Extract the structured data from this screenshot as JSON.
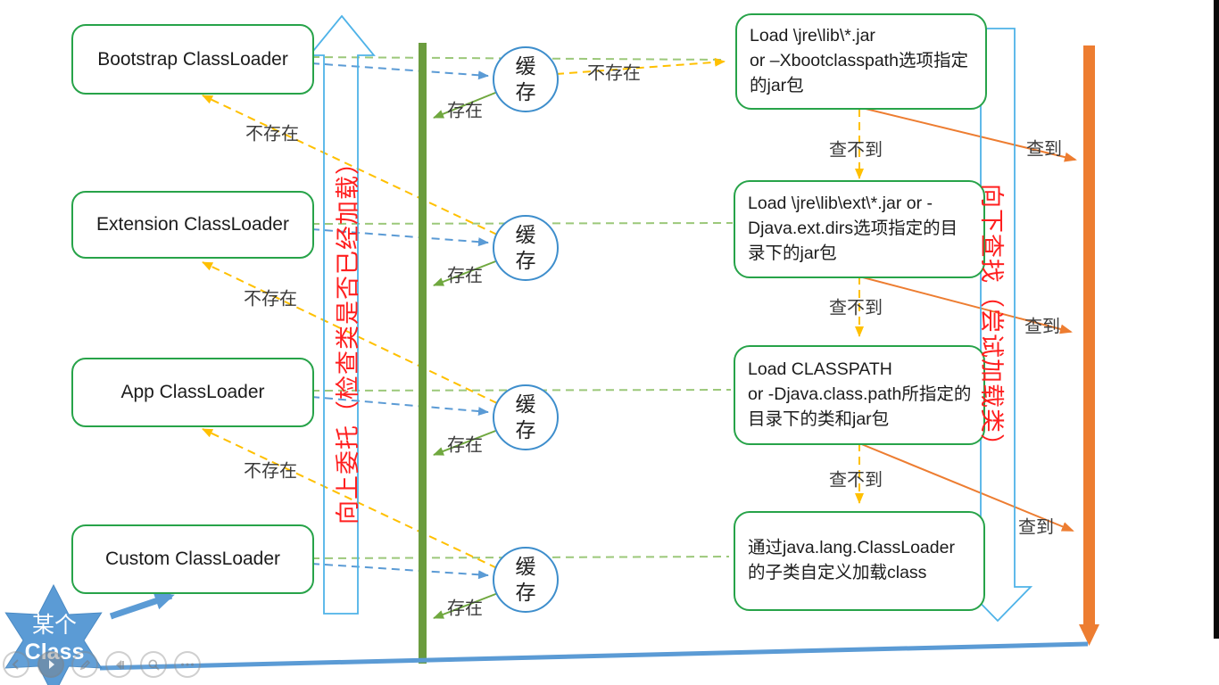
{
  "slide": {
    "left_boxes": [
      {
        "label": "Bootstrap ClassLoader"
      },
      {
        "label": "Extension ClassLoader"
      },
      {
        "label": "App ClassLoader"
      },
      {
        "label": "Custom ClassLoader"
      }
    ],
    "right_boxes": [
      {
        "text": "Load \\jre\\lib\\*.jar\nor –Xbootclasspath选项指定的jar包"
      },
      {
        "text": "Load \\jre\\lib\\ext\\*.jar or -Djava.ext.dirs选项指定的目录下的jar包"
      },
      {
        "text": "Load CLASSPATH\nor  -Djava.class.path所指定的目录下的类和jar包"
      },
      {
        "text": "通过java.lang.ClassLoader\n的子类自定义加载class"
      }
    ],
    "cache_label": "缓存",
    "labels": {
      "not_exist": "不存在",
      "exist": "存在",
      "not_found": "查不到",
      "found": "查到"
    },
    "vertical_left": "向上委托（检查类是否已经加载）",
    "vertical_right": "向下查找（尝试加载类）",
    "star": {
      "line1": "某个",
      "line2": "Class"
    },
    "colors": {
      "box_border": "#27A349",
      "circle_border": "#3E8ECC",
      "dashed_green": "#9CC87A",
      "dashed_blue": "#5B9BD5",
      "dashed_yellow": "#FFC000",
      "solid_green": "#70A83F",
      "green_bar": "#6B9C3E",
      "orange": "#ED7D31",
      "red_text": "#FF1F1F",
      "hollow_arrow_stroke": "#4FB3E8",
      "blue": "#5B9BD5"
    }
  },
  "controls": {
    "items": [
      {
        "name": "previous-slide"
      },
      {
        "name": "next-slide"
      },
      {
        "name": "pen-tools"
      },
      {
        "name": "see-all-slides"
      },
      {
        "name": "zoom-slide"
      },
      {
        "name": "more-options"
      }
    ]
  }
}
